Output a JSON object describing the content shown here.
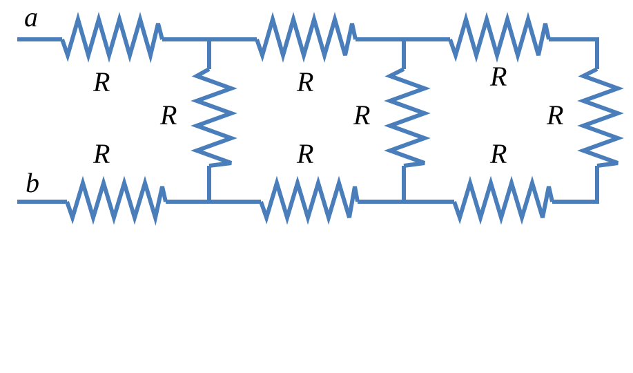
{
  "circuit": {
    "colors": {
      "wire": "#4a7ebb",
      "text": "#000000",
      "background": "#ffffff"
    },
    "terminals": {
      "a": "a",
      "b": "b"
    },
    "resistor_label": "R",
    "resistor_count": 9
  }
}
